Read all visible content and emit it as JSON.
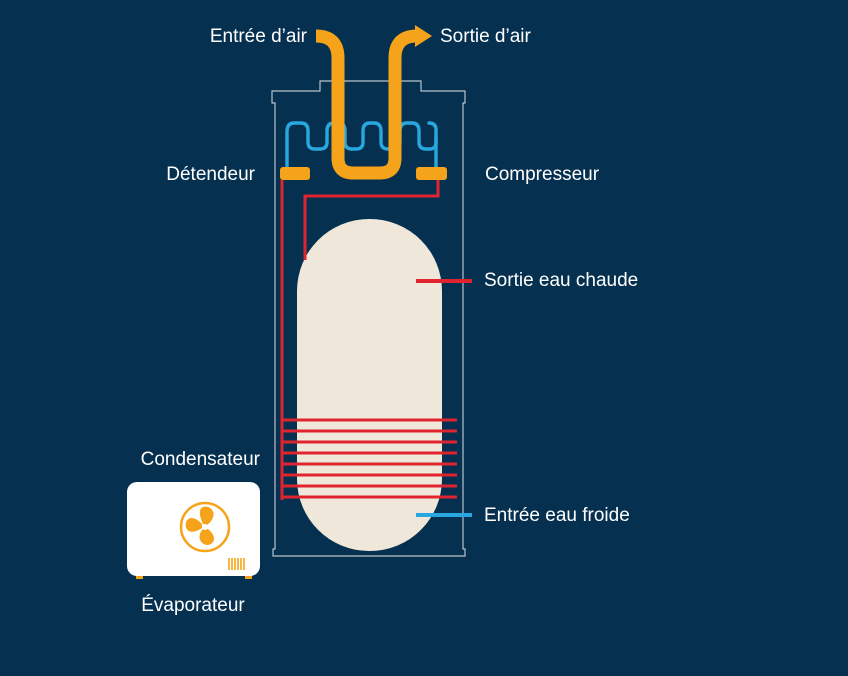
{
  "labels": {
    "air_in": "Entrée d’air",
    "air_out": "Sortie d’air",
    "expansion_valve": "Détendeur",
    "compressor": "Compresseur",
    "hot_water_out": "Sortie eau chaude",
    "condenser": "Condensateur",
    "cold_water_in": "Entrée eau froide",
    "evaporator": "Évaporateur"
  },
  "colors": {
    "background": "#05304f",
    "air_duct": "#f5a31a",
    "refrigerant_cold": "#29a8e0",
    "hot_water": "#e0242f",
    "cold_water": "#29a8e0",
    "tank": "#efe7da",
    "outline": "#b9c2cc",
    "unit_body": "#ffffff",
    "fan": "#f5a31a"
  },
  "icons": {
    "fan": "fan-icon",
    "grille": "vent-grille-icon",
    "air_out_arrow": "arrow-right-icon"
  }
}
